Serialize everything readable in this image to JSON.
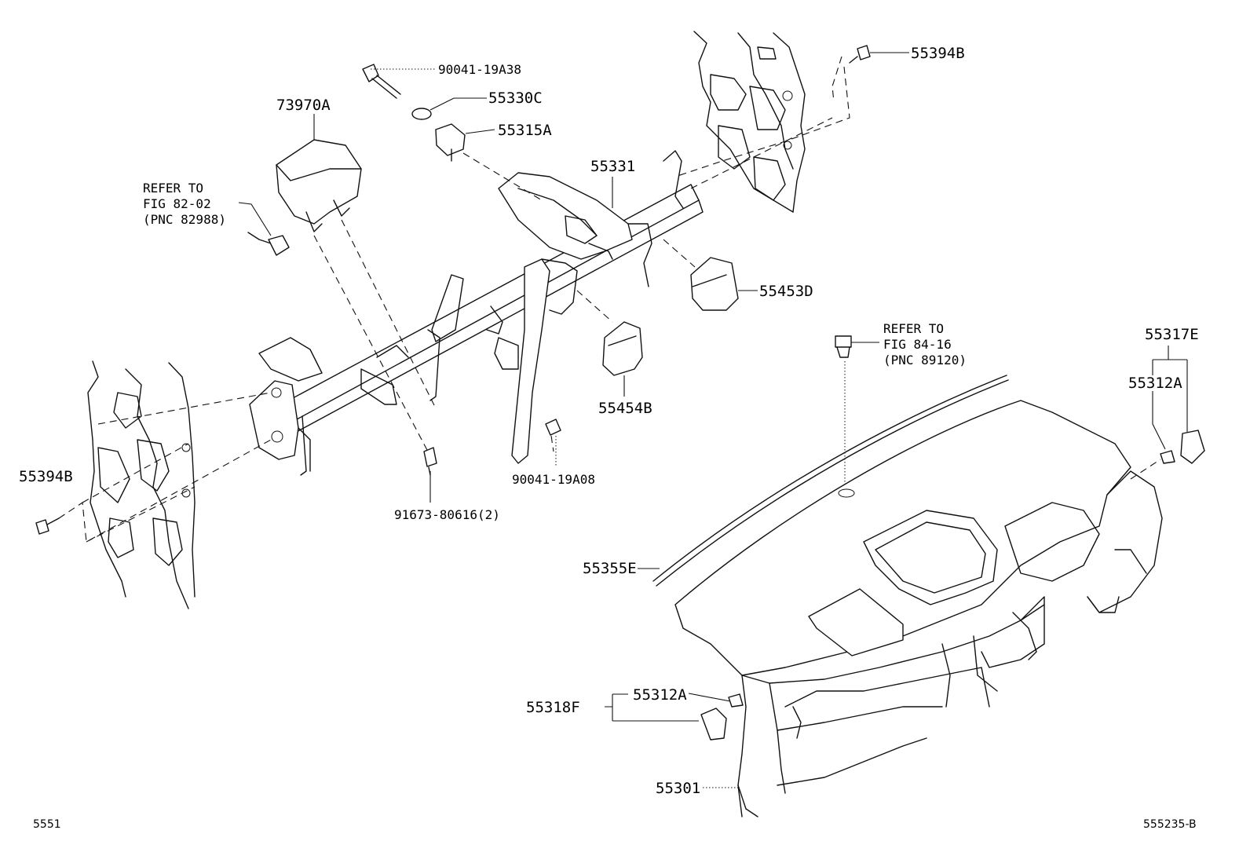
{
  "diagram": {
    "labels": {
      "p55394B_top": "55394B",
      "p90041_19A38": "90041-19A38",
      "p55330C": "55330C",
      "p55315A": "55315A",
      "p73970A": "73970A",
      "p55331": "55331",
      "p55453D": "55453D",
      "p55454B": "55454B",
      "p55394B_left": "55394B",
      "p91673_80616": "91673-80616(2)",
      "p90041_19A08": "90041-19A08",
      "p55317E": "55317E",
      "p55312A_right": "55312A",
      "p55355E": "55355E",
      "p55312A_bottom": "55312A",
      "p55318F": "55318F",
      "p55301": "55301"
    },
    "refs": {
      "ref1": {
        "line1": "REFER TO",
        "line2": "FIG 82-02",
        "line3": "(PNC 82988)"
      },
      "ref2": {
        "line1": "REFER TO",
        "line2": "FIG 84-16",
        "line3": "(PNC 89120)"
      }
    },
    "footer": {
      "left_code": "5551",
      "right_code": "555235-B"
    }
  }
}
